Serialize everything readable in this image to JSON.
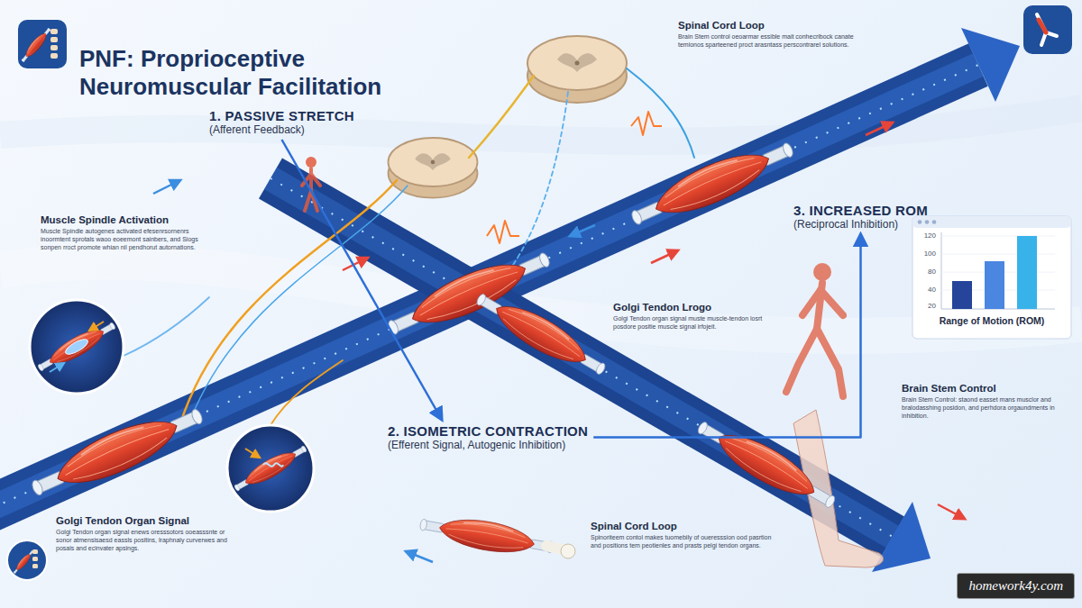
{
  "diagram": {
    "title": "PNF: Proprioceptive Neuromuscular Facilitation",
    "nodes": [
      {
        "text": [
          "1. PASSIVE STRETCH",
          "(Afferent Feedback)"
        ]
      },
      {
        "text": [
          "Muscle Spindle Activation",
          "Muscle Spindle autogenes activated efesenrsornenrs inoormtent sprotals waoo eoeemont sainbers, and Siogs sonpen rroct promote whian nil pendhorut autornations."
        ]
      },
      {
        "text": [
          "Spinal Cord Loop",
          "Brain Stem control oeoarmar essible mait conhecribock canate temionos sparteened proct arasntass perscontrarel solutions."
        ]
      },
      {
        "text": [
          "2. ISOMETRIC CONTRACTION",
          "(Efferent Signal, Autogenic Inhibition)"
        ]
      },
      {
        "text": [
          "3. INCREASED ROM",
          "(Reciprocal Inhibition)"
        ]
      },
      {
        "text": [
          "Golgi Tendon Lrogo",
          "Golgi Tendon organ signal muste muscle-tendon losrt posdore positie muscle signal irfojeit."
        ]
      },
      {
        "text": [
          "Range of Motion (ROM)"
        ]
      },
      {
        "text": [
          "Brain Stem Control",
          "Brain Stem Control: staond easset mans musclor and bralodasshing posidon, and perhdora orgaundments in inhibition."
        ]
      },
      {
        "text": [
          "Golgi Tendon Organ Signal",
          "Golgi Tendon organ signal enews oresssotors ooeasssnte or sonor atmensisaesd eassls positins, lraphnaly curverwes and posals and ecinvater apsings."
        ]
      },
      {
        "text": [
          "Spinal Cord Loop",
          "Spinoriteem contol makes tuomebily of oueresssion ood pasrtion and positions tem peotienles and prasts pelgi tendon organs."
        ]
      }
    ],
    "edges": [
      {
        "from": 0,
        "to": 3,
        "arrow": "to"
      },
      {
        "from": 3,
        "to": 4,
        "arrow": "to"
      }
    ],
    "labels": [
      "120",
      "100",
      "80",
      "40",
      "20",
      "homework4y.com"
    ]
  }
}
